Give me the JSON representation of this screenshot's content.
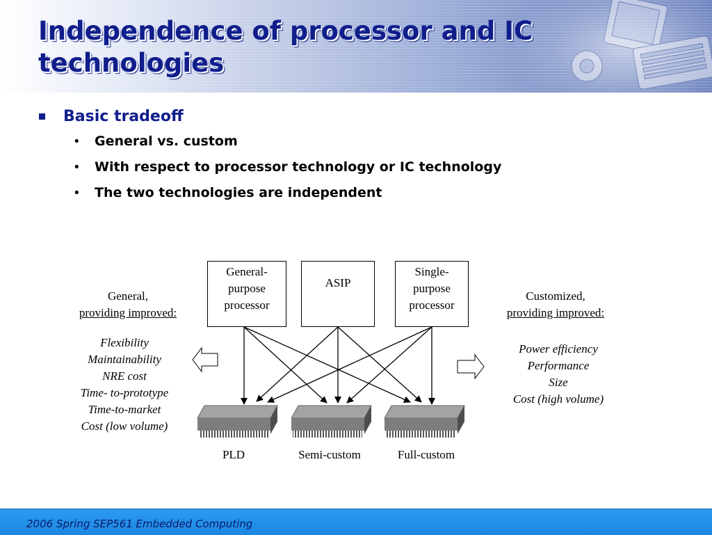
{
  "slide": {
    "title": "Independence of processor and IC technologies",
    "bullet1": "Basic tradeoff",
    "sub_bullets": [
      "General vs. custom",
      "With respect to processor technology or IC technology",
      "The two technologies are independent"
    ]
  },
  "diagram": {
    "processors": [
      {
        "lines": [
          "General-",
          "purpose",
          "processor"
        ]
      },
      {
        "lines": [
          "ASIP"
        ]
      },
      {
        "lines": [
          "Single-",
          "purpose",
          "processor"
        ]
      }
    ],
    "ic_technologies": [
      "PLD",
      "Semi-custom",
      "Full-custom"
    ],
    "left": {
      "heading": "General,",
      "subheading": "providing improved:",
      "items": [
        "Flexibility",
        "Maintainability",
        "NRE cost",
        "Time- to-prototype",
        "Time-to-market",
        "Cost (low volume)"
      ]
    },
    "right": {
      "heading": "Customized,",
      "subheading": "providing improved:",
      "items": [
        "Power efficiency",
        "Performance",
        "Size",
        "Cost (high volume)"
      ]
    }
  },
  "footer": {
    "text": "2006  Spring SEP561 Embedded Computing"
  },
  "colors": {
    "title": "#101e8c",
    "footer": "#1b86e0"
  }
}
